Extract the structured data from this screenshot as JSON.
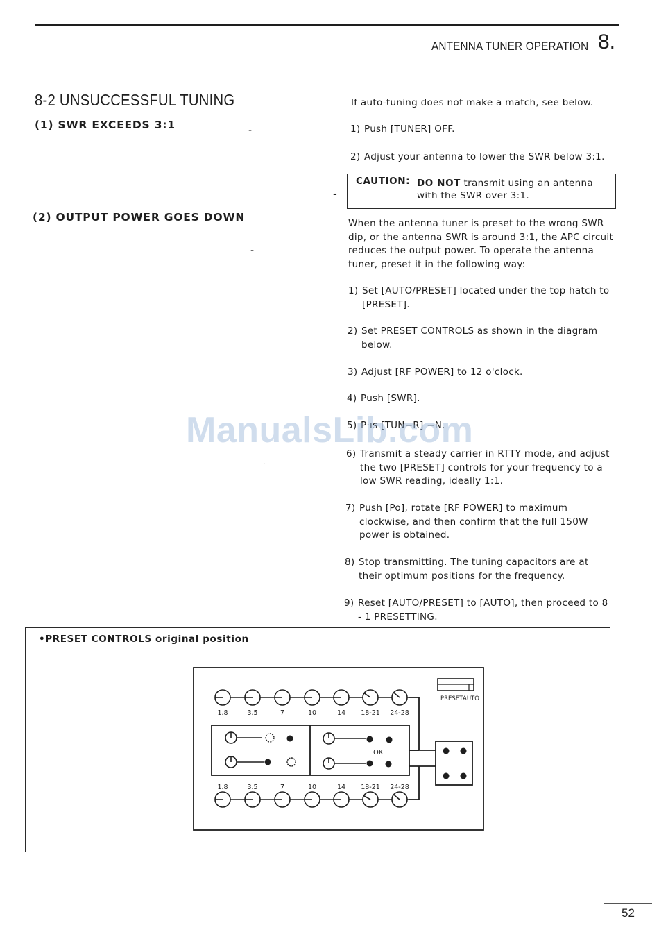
{
  "header": {
    "title": "ANTENNA TUNER OPERATION",
    "chapter": "8."
  },
  "section": {
    "title": "8-2 UNSUCCESSFUL TUNING",
    "sub1": "(1) SWR  EXCEEDS  3:1",
    "sub2": "(2) OUTPUT  POWER  GOES  DOWN"
  },
  "swr": {
    "intro": "If auto-tuning does not make a match, see below.",
    "steps": [
      {
        "num": "1)",
        "text": "Push [TUNER] OFF."
      },
      {
        "num": "2)",
        "text": "Adjust your antenna to lower the SWR below 3:1."
      }
    ]
  },
  "caution": {
    "label": "CAUTION:",
    "emph": "DO NOT",
    "text": " transmit using an antenna with the SWR over 3:1."
  },
  "power": {
    "intro": "When the antenna tuner is preset to the wrong SWR dip, or the antenna SWR is around 3:1, the APC circuit reduces the output power. To operate the antenna tuner, preset it in the following way:",
    "steps": [
      {
        "num": "1)",
        "text": "Set [AUTO/PRESET] located under the top hatch to [PRESET]."
      },
      {
        "num": "2)",
        "text": "Set PRESET CONTROLS as shown in the diagram below."
      },
      {
        "num": "3)",
        "text": "Adjust [RF POWER] to 12 o'clock."
      },
      {
        "num": "4)",
        "text": "Push [SWR]."
      },
      {
        "num": "5)",
        "text": "P·ıs  [TUN−R] −N."
      },
      {
        "num": "6)",
        "text": "Transmit a steady carrier in RTTY mode, and adjust the two [PRESET] controls for your frequency to a low SWR reading, ideally 1:1."
      },
      {
        "num": "7)",
        "text": "Push [Po], rotate [RF POWER] to maximum clockwise, and then confirm that the full 150W power is obtained."
      },
      {
        "num": "8)",
        "text": "Stop transmitting.  The tuning capacitors are at their optimum positions for the frequency."
      },
      {
        "num": "9)",
        "text": "Reset [AUTO/PRESET] to [AUTO], then proceed to 8 - 1 PRESETTING."
      }
    ]
  },
  "watermark": "ManualsLib.com",
  "preset_controls": {
    "title": "PRESET CONTROLS original position",
    "bands": [
      "1.8",
      "3.5",
      "7",
      "10",
      "14",
      "18-21",
      "24-28"
    ],
    "switch_labels": [
      "PRESET",
      "AUTO"
    ],
    "ok_label": "OK"
  },
  "page_number": "52"
}
